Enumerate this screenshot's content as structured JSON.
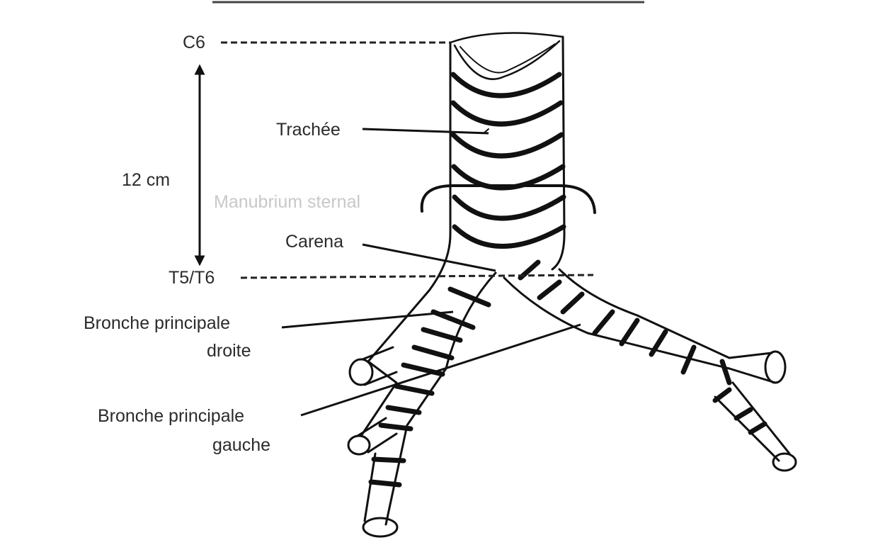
{
  "diagram": {
    "levels": {
      "top": "C6",
      "bottom": "T5/T6"
    },
    "measure": "12 cm",
    "labels": {
      "trachea": "Trachée",
      "manubrium": "Manubrium sternal",
      "carina": "Carena",
      "right_bronchus_line1": "Bronche principale",
      "right_bronchus_line2": "droite",
      "left_bronchus_line1": "Bronche principale",
      "left_bronchus_line2": "gauche"
    }
  }
}
